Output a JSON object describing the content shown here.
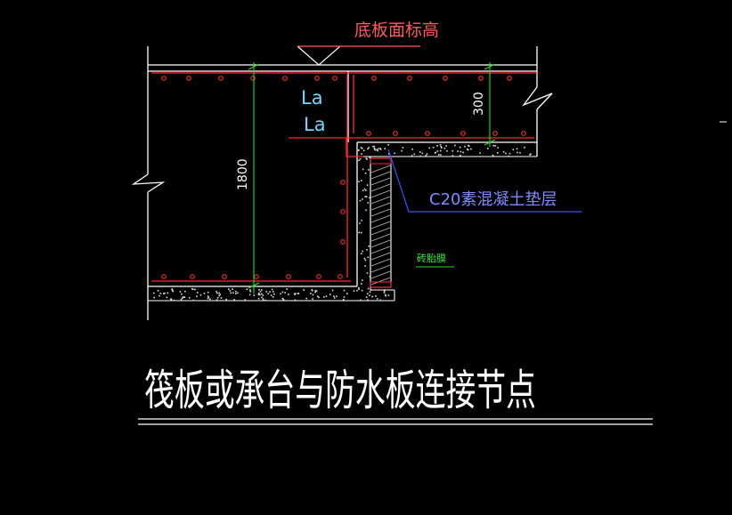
{
  "drawing": {
    "elevation_label": "底板面标高",
    "anchor_label_1": "La",
    "anchor_label_2": "La",
    "dim_step": "300",
    "dim_depth": "1800",
    "cushion_label": "C20素混凝土垫层",
    "brick_label": "砖胎膜",
    "title": "筏板或承台与防水板连接节点"
  },
  "colors": {
    "background": "#000000",
    "outline": "#ffffff",
    "rebar": "#ff2a2a",
    "dimension": "#22dd22",
    "leader": "#3a55ff",
    "elevation_text": "#ff5a5a",
    "anchor_text": "#6fd8ff",
    "cushion_text": "#7d8cff",
    "brick_text": "#2ee82e",
    "title_text": "#ffffff"
  }
}
